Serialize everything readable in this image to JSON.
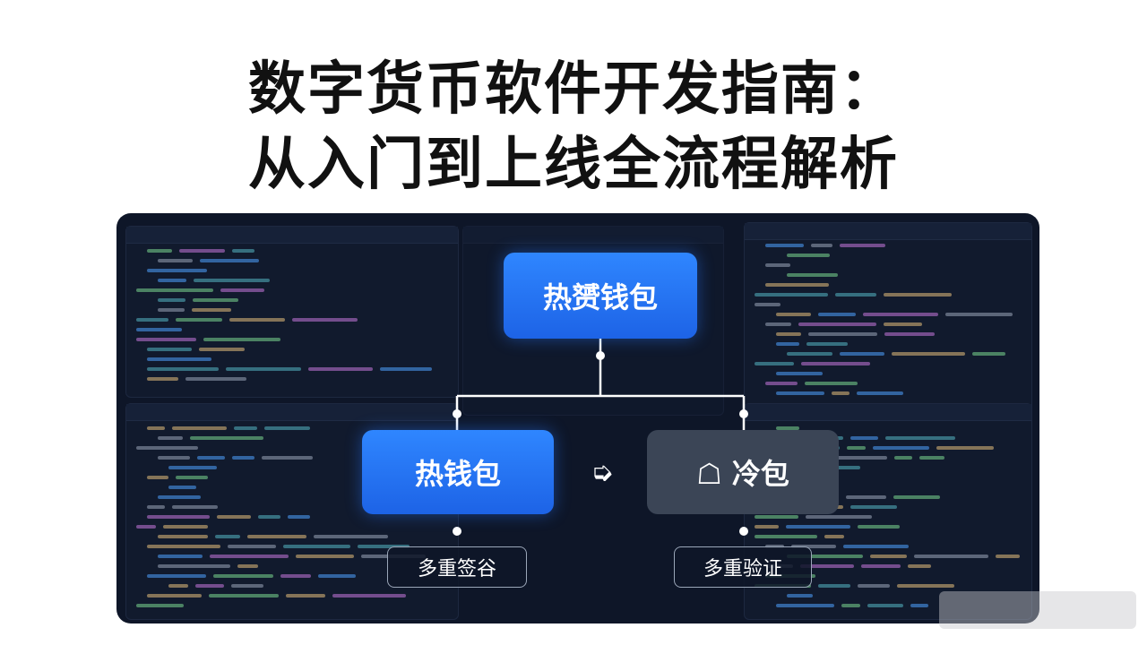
{
  "title": {
    "line1": "数字货币软件开发指南：",
    "line2": "从入门到上线全流程解析"
  },
  "diagram": {
    "root": {
      "label": "热赟钱包"
    },
    "children": [
      {
        "label": "热钱包",
        "tag": "多重签谷",
        "style": "blue"
      },
      {
        "label": "☖ 冷包",
        "tag": "多重验证",
        "style": "dark"
      }
    ],
    "connector_arrow": "➭"
  },
  "colors": {
    "node_blue": "#2f86ff",
    "node_dark": "#3b4556",
    "panel_bg": "#0e1628",
    "line": "#ffffff"
  }
}
